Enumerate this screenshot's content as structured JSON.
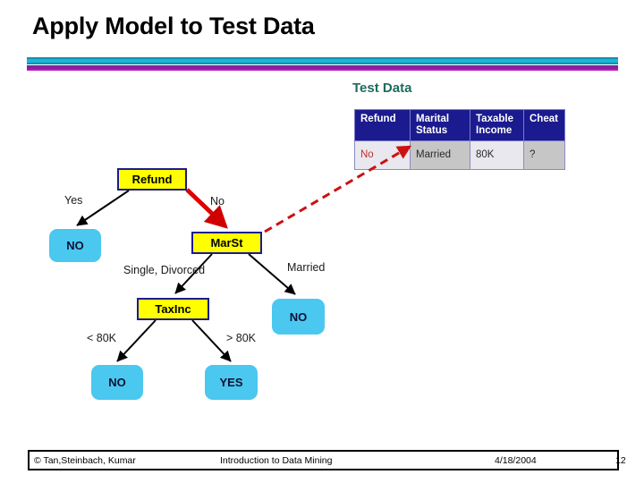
{
  "slide": {
    "title": "Apply Model to Test Data",
    "section_heading": "Test Data",
    "accent_teal": "#19b6d8",
    "accent_purple": "#8a1e9e",
    "heading_color": "#1e6b5e"
  },
  "test_record": {
    "columns": [
      "Refund",
      "Marital Status",
      "Taxable Income",
      "Cheat"
    ],
    "columns_wrapped": [
      [
        "Refund"
      ],
      [
        "Marital",
        "Status"
      ],
      [
        "Taxable",
        "Income"
      ],
      [
        "Cheat"
      ]
    ],
    "row": [
      "No",
      "Married",
      "80K",
      "?"
    ],
    "header_bg": "#1b1b8f",
    "cell_bg": "#c6c6c6",
    "highlight_color": "#c03030"
  },
  "tree": {
    "nodes": [
      {
        "id": "refund",
        "label": "Refund",
        "type": "attribute"
      },
      {
        "id": "marst",
        "label": "MarSt",
        "type": "attribute"
      },
      {
        "id": "taxinc",
        "label": "TaxInc",
        "type": "attribute"
      },
      {
        "id": "leaf_yes_refund",
        "label": "NO",
        "type": "leaf"
      },
      {
        "id": "leaf_married",
        "label": "NO",
        "type": "leaf"
      },
      {
        "id": "leaf_low_inc",
        "label": "NO",
        "type": "leaf"
      },
      {
        "id": "leaf_high_inc",
        "label": "YES",
        "type": "leaf"
      }
    ],
    "edges": [
      {
        "from": "refund",
        "to": "leaf_yes_refund",
        "label": "Yes",
        "style": "black"
      },
      {
        "from": "refund",
        "to": "marst",
        "label": "No",
        "style": "red-thick"
      },
      {
        "from": "marst",
        "to": "taxinc",
        "label": "Single, Divorced",
        "style": "black"
      },
      {
        "from": "marst",
        "to": "leaf_married",
        "label": "Married",
        "style": "black"
      },
      {
        "from": "taxinc",
        "to": "leaf_low_inc",
        "label": "< 80K",
        "style": "black"
      },
      {
        "from": "taxinc",
        "to": "leaf_high_inc",
        "label": "> 80K",
        "style": "black"
      }
    ],
    "trace_arrow": {
      "from": "marst",
      "to": "test-record-marital-header",
      "style": "red-dashed"
    },
    "attribute_fill": "#ffff00",
    "attribute_border": "#1b1b8f",
    "leaf_fill": "#4ac8f0"
  },
  "footer": {
    "copyright": "© Tan,Steinbach, Kumar",
    "book": "Introduction to Data Mining",
    "date": "4/18/2004",
    "page": "12"
  }
}
